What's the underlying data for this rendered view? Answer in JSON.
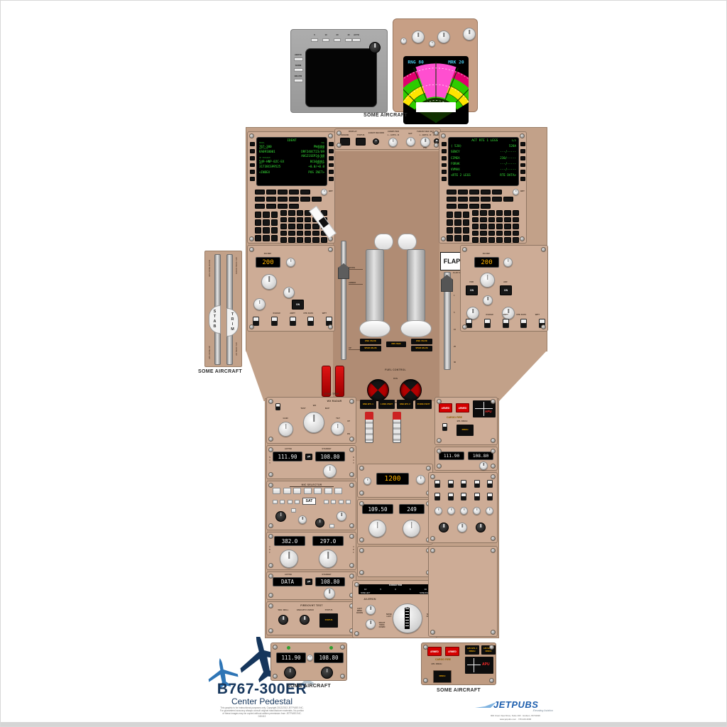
{
  "wxr": {
    "range_buttons": [
      "5",
      "10",
      "20",
      "40"
    ],
    "auto_label": "AUTO",
    "side_buttons": [
      "ABOVE",
      "NORM",
      "BELOW"
    ],
    "brt_label": "BRT"
  },
  "radar": {
    "rng_label": "RNG 80",
    "mrk_label": "MRK 20",
    "caption": "SOME AIRCRAFT",
    "colors": {
      "outer_band": "#e0006e",
      "mid_band": "#2ecc00",
      "inner_band": "#ffe400",
      "wedge": "#ff4fd0"
    }
  },
  "strip": {
    "display_label": "DISPLAY",
    "engine_label": "ENGINE",
    "status_label": "STATUS",
    "event_record_label": "EVENT RECORD",
    "computer_label": "COMPUTER",
    "computer_positions": "L · AUTO · R",
    "sat_label": "SAT",
    "thrust_ref_label": "THRUST REF SET",
    "thrust_positions": "L · BOTH · R",
    "pnl_label": "PNL",
    "max_ind_label": "MAX IND RESET"
  },
  "cduL": {
    "title": "IDENT",
    "rows": [
      {
        "ll": "MODEL",
        "lv": "767-300",
        "rl": "ENG",
        "rv": "PW4000"
      },
      {
        "ll": "NAV DATA",
        "lv": "KA0910001",
        "rl": "ACTIVE",
        "rv": "DRF24OCT23/09"
      },
      {
        "ll": "",
        "lv": "",
        "rl": "",
        "rv": "AUG21SEP24/08"
      },
      {
        "ll": "OP PROGRAM",
        "lv": "549-HNP-02C-EX",
        "rl": "CO DATA",
        "rv": "BCG04001"
      },
      {
        "ll": "OPC",
        "lv": "31738CG99525",
        "rl": "DRAG/FF",
        "rv": "+0.0/+0.0"
      }
    ],
    "footer_left": "<INDEX",
    "footer_right": "POS INIT>",
    "brt_label": "BRT"
  },
  "cduR": {
    "title": "ACT RTE 1 LEGS",
    "page": "1/2",
    "rows": [
      {
        "lv": "( 520)",
        "rv": "528A"
      },
      {
        "lv": "SENCY",
        "rv": "---/-----"
      },
      {
        "lv": "CIMEA",
        "rv": "230/-----"
      },
      {
        "lv": "FORAK",
        "rv": "---/-----"
      },
      {
        "lv": "VVMAX",
        "rv": "---/-----"
      }
    ],
    "footer_left": "<RTE 2 LEGS",
    "footer_right": "RTE DATA>",
    "brt_label": "BRT"
  },
  "stab": {
    "stab": "STAB",
    "trim": "TRIM",
    "top_left": "APL NOSE DOWN",
    "top_right": "APL NOSE DOWN",
    "bottom_left": "APL NOSE UP",
    "bottom_right": "APL NOSE UP",
    "caption": "SOME AIRCRAFT"
  },
  "thr": {
    "speedbrake_down": "DOWN",
    "speedbrake_armed": "ARMED",
    "speedbrake_up": "UP",
    "flap_placard": "FLAP",
    "flap_up_label": "FLAP UP",
    "flap_detents": [
      "1",
      "5",
      "15",
      "25",
      "30"
    ]
  },
  "fuel": {
    "header": "FUEL CONTROL",
    "run": "RUN",
    "cutoff": "CUTOFF",
    "left_chips": [
      "ENG VALVE",
      "SPAR VALVE"
    ],
    "center_chip": "REV ISLN",
    "right_chips": [
      "ENG VALVE",
      "SPAR VALVE"
    ]
  },
  "ehsiL": {
    "header": "DH REF",
    "value": "200",
    "on": "ON",
    "switch_labels": [
      "RADAR",
      "ARPT",
      "RTE DATA",
      "WPT"
    ]
  },
  "ehsiR": {
    "header": "DH REF",
    "value": "200",
    "vor": "VOR",
    "adf": "ADF",
    "on": "ON",
    "switch_labels": [
      "RADAR",
      "ARPT",
      "RTE DATA",
      "WPT"
    ]
  },
  "aft": {
    "stab_trim_header": "STAB TRIM",
    "wx_radar": {
      "header": "WX RADAR",
      "gain": "GAIN",
      "tilt": "TILT",
      "test": "TEST",
      "wx": "WX",
      "map": "MAP",
      "up": "UP",
      "dn": "DN"
    },
    "nav_radio": {
      "active": "ACTIVE",
      "tfr": "⇄",
      "standby": "STANDBY",
      "active_value": "111.90",
      "standby_value": "108.80",
      "side_label": "NAV"
    },
    "audio": {
      "header": "MIC SELECTOR",
      "sat": "SAT"
    },
    "adf": {
      "left_value": "382.0",
      "right_value": "297.0",
      "side_label": "ADF"
    },
    "comm_radio": {
      "active": "ACTIVE",
      "tfr": "⇄",
      "standby": "STANDBY",
      "active_value": "DATA",
      "standby_value": "108.80"
    },
    "fire_test": {
      "header": "FIRE/OVHT TEST",
      "whl": "WHL WELL",
      "eng": "ENG/APU CARGO",
      "status": "STATUS"
    },
    "fire_chips": [
      "ENG BTL 1",
      "L ENG OVHT",
      "ENG BTL 2",
      "R ENG OVHT"
    ],
    "xpndr": {
      "value": "1200"
    },
    "nav_set": {
      "freq_value": "109.50",
      "course_value": "249"
    },
    "rudder_trim": {
      "header": "RUDDER TRIM",
      "scale": [
        "10",
        "5",
        "0",
        "5",
        "10"
      ],
      "nose_left": "NOSE LEFT",
      "nose_right": "NOSE RIGHT",
      "aileron": "AILERON",
      "left_wing_down": "LEFT WING DOWN",
      "right_wing_down": "RIGHT WING DOWN"
    },
    "cargo_fire": {
      "armed_left": "ARMED",
      "armed_right": "ARMED",
      "header": "CARGO FIRE",
      "btl": "BTL DISCH",
      "disch": "DISCH",
      "apu": "APU"
    }
  },
  "bnav": {
    "active_value": "111.90",
    "standby_value": "108.80",
    "caption": "SOME AIRCRAFT"
  },
  "bfire": {
    "chip1": "APU BTL 1 DISCH",
    "chip2": "APU BTL 2 DISCH",
    "armed1": "ARMED",
    "armed2": "ARMED",
    "header": "CARGO FIRE",
    "btl": "BTL DISCH",
    "disch": "DISCH",
    "apu": "APU",
    "caption": "SOME AIRCRAFT"
  },
  "brand": {
    "title": "B767-300ER",
    "subtitle": "Center Pedestal",
    "copyright": "This graphic is for instructional purposes only. Copyright 2012/2013 JETPUBS INC. For guaranteed accuracy always consult original manufacturer materials. No portion of these images may be copied without written permission from JETPUBS INC. 040413",
    "logo": "JETPUBS",
    "tagline": "Elevating Aviation",
    "address": "900 Crest View Drive, Suite 100 · Hudson, WI 54016",
    "web": "www.jetpubs.com · 715.220.4000"
  }
}
